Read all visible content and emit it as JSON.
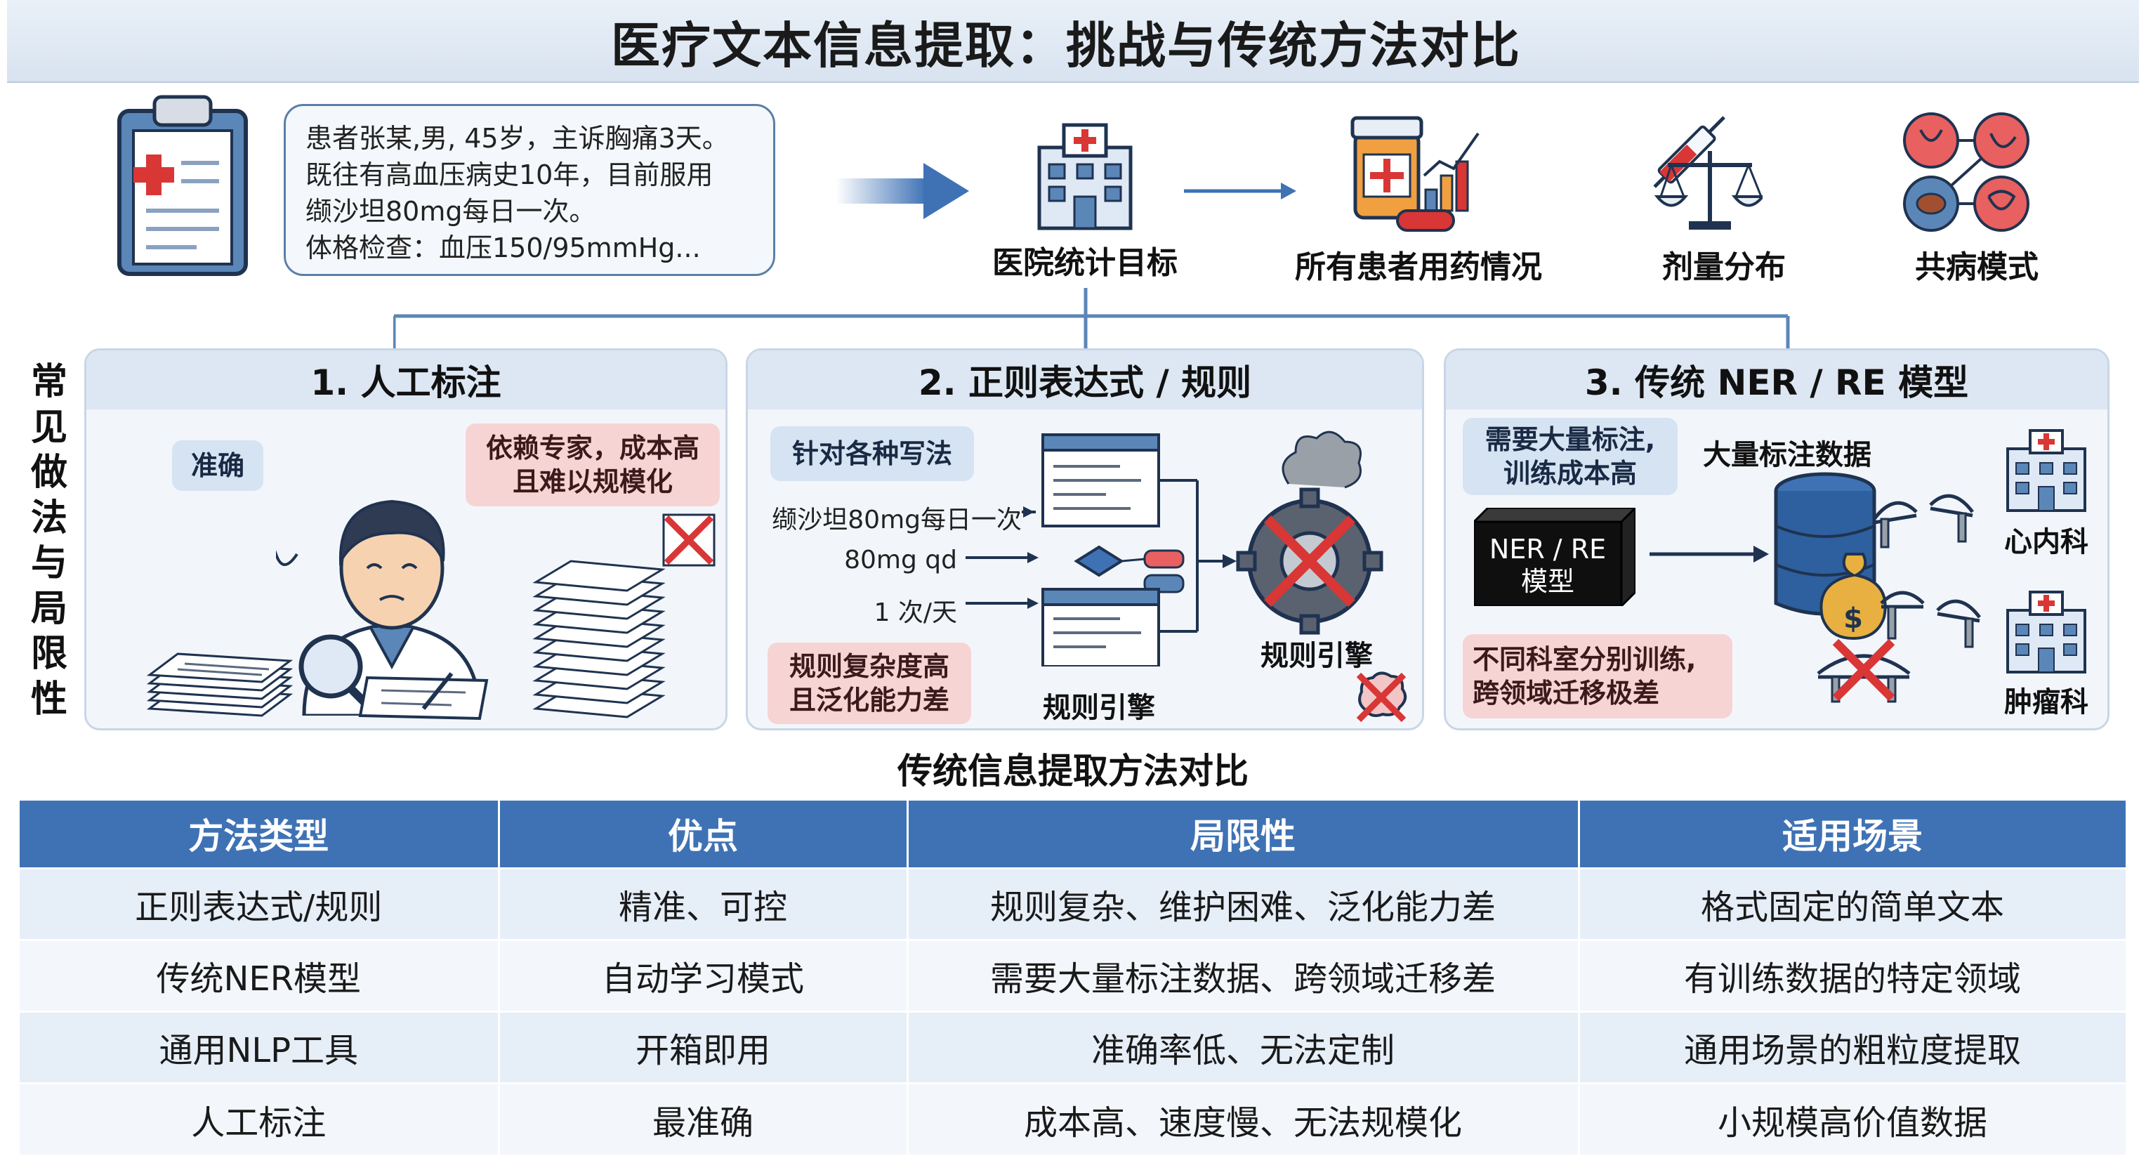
{
  "title": "医疗文本信息提取：挑战与传统方法对比",
  "case_note": {
    "lines": [
      "患者张某,男, 45岁，主诉胸痛3天。",
      "既往有高血压病史10年，目前服用",
      "缬沙坦80mg每日一次。",
      "体格检查：血压150/95mmHg..."
    ]
  },
  "goals": {
    "hospital": "医院统计目标",
    "medication": "所有患者用药情况",
    "dose": "剂量分布",
    "comorbidity": "共病模式"
  },
  "side_label": [
    "常",
    "见",
    "做",
    "法",
    "与",
    "局",
    "限",
    "性"
  ],
  "panels": {
    "manual": {
      "title": "1. 人工标注",
      "pro_tag": "准确",
      "con_tag_1": "依赖专家，成本高",
      "con_tag_2": "且难以规模化"
    },
    "regex": {
      "title": "2. 正则表达式 / 规则",
      "tag_forms": "针对各种写法",
      "form_1": "缬沙坦80mg每日一次",
      "form_2": "80mg qd",
      "form_3": "1 次/天",
      "con_tag_1": "规则复杂度高",
      "con_tag_2": "且泛化能力差",
      "engine_label_1": "规则引擎",
      "engine_label_2": "规则引擎"
    },
    "ner": {
      "title": "3. 传统 NER / RE 模型",
      "tag_need_1": "需要大量标注,",
      "tag_need_2": "训练成本高",
      "data_label": "大量标注数据",
      "model_label_1": "NER / RE",
      "model_label_2": "模型",
      "dept_1": "心内科",
      "dept_2": "肿瘤科",
      "con_tag_1": "不同科室分别训练,",
      "con_tag_2": "跨领域迁移极差"
    }
  },
  "table": {
    "caption": "传统信息提取方法对比",
    "headers": [
      "方法类型",
      "优点",
      "局限性",
      "适用场景"
    ],
    "rows": [
      [
        "正则表达式/规则",
        "精准、可控",
        "规则复杂、维护困难、泛化能力差",
        "格式固定的简单文本"
      ],
      [
        "传统NER模型",
        "自动学习模式",
        "需要大量标注数据、跨领域迁移差",
        "有训练数据的特定领域"
      ],
      [
        "通用NLP工具",
        "开箱即用",
        "准确率低、无法定制",
        "通用场景的粗粒度提取"
      ],
      [
        "人工标注",
        "最准确",
        "成本高、速度慢、无法规模化",
        "小规模高价值数据"
      ]
    ]
  },
  "colors": {
    "accent_blue": "#3f72b5",
    "warn_red": "#d93636",
    "panel_bg": "#f2f6fb"
  }
}
